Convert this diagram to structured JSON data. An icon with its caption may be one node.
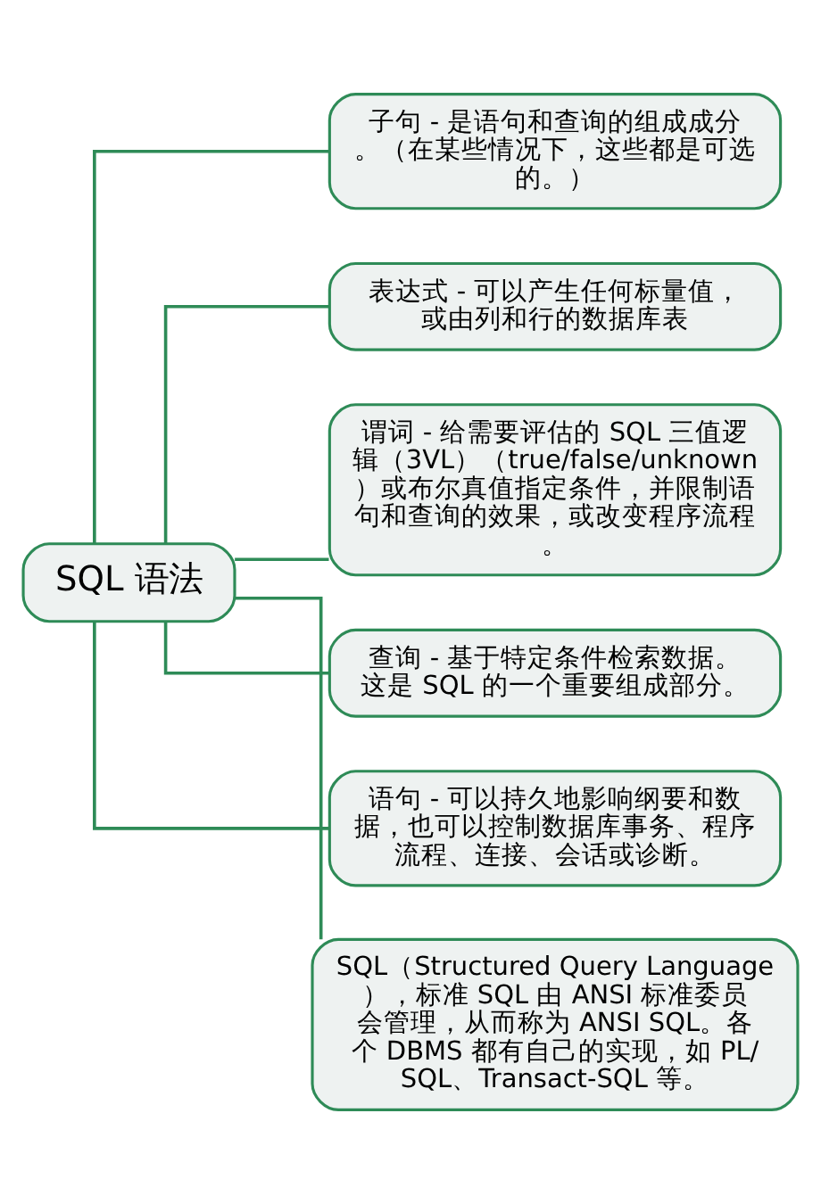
{
  "diagram": {
    "nodes": [
      {
        "text": [
          "SQL 语法"
        ]
      },
      {
        "text": [
          "子句 - 是语句和查询的组成成分。（在某些情况下，这些都是可选的。）"
        ]
      },
      {
        "text": [
          "表达式 - 可以产生任何标量值，或由列和行的数据库表"
        ]
      },
      {
        "text": [
          "谓词 - 给需要评估的 SQL 三值逻辑（3VL）（true/false/unknown）或布尔真值指定条件，并限制语句和查询的效果，或改变程序流程。"
        ]
      },
      {
        "text": [
          "查询 - 基于特定条件检索数据。这是 SQL 的一个重要组成部分。"
        ]
      },
      {
        "text": [
          "语句 - 可以持久地影响纲要和数据，也可以控制数据库事务、程序流程、连接、会话或诊断。"
        ]
      },
      {
        "text": [
          "SQL（Structured Query Language），标准 SQL 由 ANSI 标准委员会管理，从而称为 ANSI SQL。各个 DBMS 都有自己的实现，如 PL/SQL、Transact-SQL 等。"
        ]
      }
    ],
    "edges": [
      {
        "from": 0,
        "to": 1,
        "arrow": "none"
      },
      {
        "from": 0,
        "to": 2,
        "arrow": "none"
      },
      {
        "from": 0,
        "to": 3,
        "arrow": "none"
      },
      {
        "from": 0,
        "to": 4,
        "arrow": "none"
      },
      {
        "from": 0,
        "to": 5,
        "arrow": "none"
      },
      {
        "from": 0,
        "to": 6,
        "arrow": "none"
      }
    ]
  }
}
